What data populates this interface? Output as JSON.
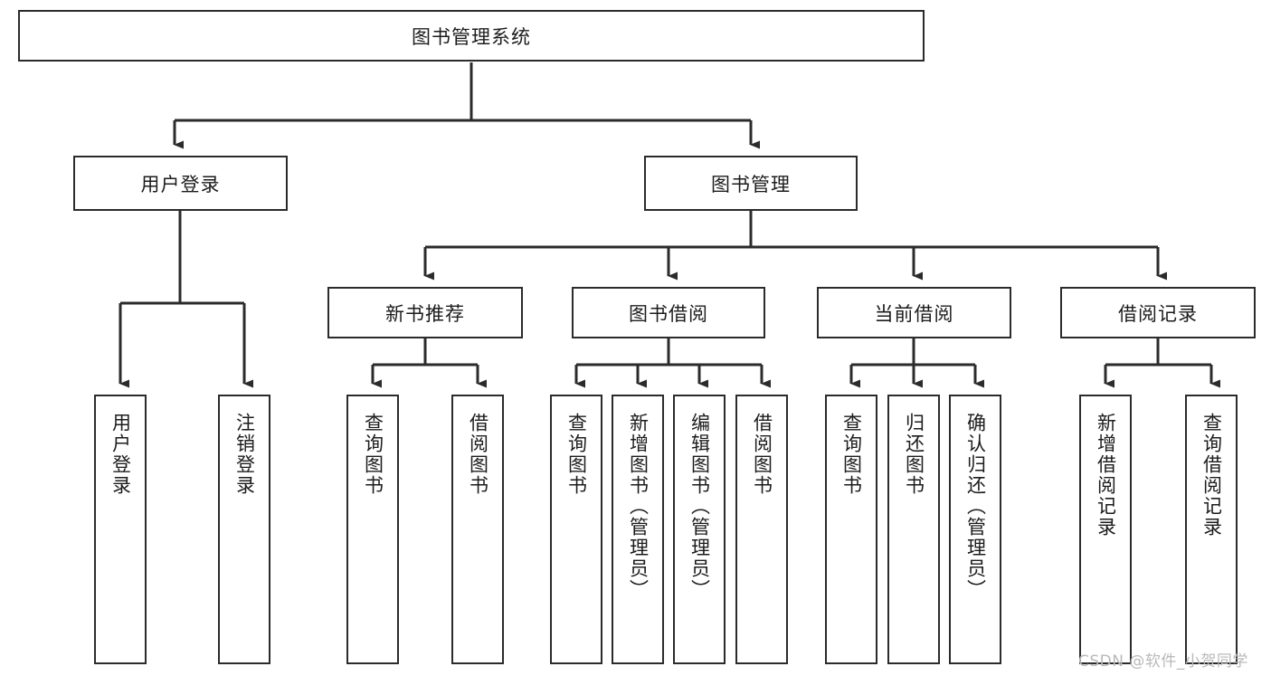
{
  "diagram": {
    "title": "图书管理系统",
    "type": "tree-hierarchy-diagram",
    "colors": {
      "box_border": "#2b2b2b",
      "box_fill": "#ffffff",
      "connector": "#2b2b2b",
      "text": "#1c1c1c",
      "watermark": "#b9b9b9",
      "background": "#ffffff"
    },
    "root": {
      "label": "图书管理系统"
    },
    "level2": [
      {
        "label": "用户登录"
      },
      {
        "label": "图书管理"
      }
    ],
    "level3": [
      {
        "label": "新书推荐"
      },
      {
        "label": "图书借阅"
      },
      {
        "label": "当前借阅"
      },
      {
        "label": "借阅记录"
      }
    ],
    "leaves": {
      "user_login": [
        {
          "label": "用户登录"
        },
        {
          "label": "注销登录"
        }
      ],
      "new_book_recommend": [
        {
          "label": "查询图书"
        },
        {
          "label": "借阅图书"
        }
      ],
      "book_borrow": [
        {
          "label": "查询图书"
        },
        {
          "label": "新增图书（管理员）"
        },
        {
          "label": "编辑图书（管理员）"
        },
        {
          "label": "借阅图书"
        }
      ],
      "current_borrow": [
        {
          "label": "查询图书"
        },
        {
          "label": "归还图书"
        },
        {
          "label": "确认归还（管理员）"
        }
      ],
      "borrow_record": [
        {
          "label": "新增借阅记录"
        },
        {
          "label": "查询借阅记录"
        }
      ]
    },
    "watermark": "CSDN @软件_小贺同学"
  }
}
